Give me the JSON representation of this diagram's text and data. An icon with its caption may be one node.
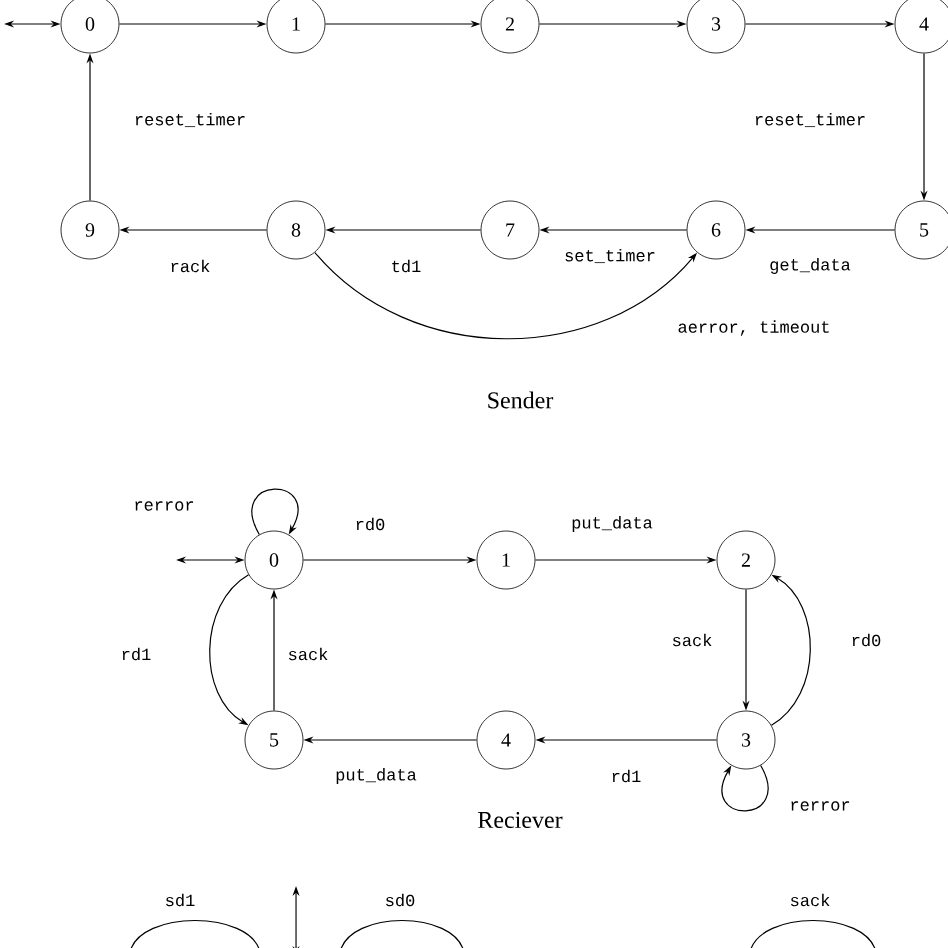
{
  "diagram": {
    "nodes": [
      {
        "text": [
          "0"
        ]
      },
      {
        "text": [
          "1"
        ]
      },
      {
        "text": [
          "2"
        ]
      },
      {
        "text": [
          "3"
        ]
      },
      {
        "text": [
          "4"
        ]
      },
      {
        "text": [
          "9"
        ]
      },
      {
        "text": [
          "8"
        ]
      },
      {
        "text": [
          "7"
        ]
      },
      {
        "text": [
          "6"
        ]
      },
      {
        "text": [
          "5"
        ]
      },
      {
        "text": [
          "0"
        ]
      },
      {
        "text": [
          "1"
        ]
      },
      {
        "text": [
          "2"
        ]
      },
      {
        "text": [
          "5"
        ]
      },
      {
        "text": [
          "4"
        ]
      },
      {
        "text": [
          "3"
        ]
      }
    ],
    "edges": [
      {
        "from": null,
        "to": 0,
        "arrow": "both"
      },
      {
        "from": 0,
        "to": 1,
        "arrow": "to"
      },
      {
        "from": 1,
        "to": 2,
        "arrow": "to"
      },
      {
        "from": 2,
        "to": 3,
        "arrow": "to"
      },
      {
        "from": 3,
        "to": 4,
        "arrow": "to"
      },
      {
        "from": 4,
        "to": 9,
        "arrow": "to",
        "label": "reset_timer"
      },
      {
        "from": 9,
        "to": 8,
        "arrow": "to",
        "label": "get_data"
      },
      {
        "from": 8,
        "to": 7,
        "arrow": "to",
        "label": "set_timer"
      },
      {
        "from": 7,
        "to": 6,
        "arrow": "to",
        "label": "td1"
      },
      {
        "from": 6,
        "to": 5,
        "arrow": "to",
        "label": "rack"
      },
      {
        "from": 5,
        "to": 0,
        "arrow": "to",
        "label": "reset_timer"
      },
      {
        "from": 6,
        "to": 8,
        "arrow": "to",
        "label": "aerror, timeout"
      },
      {
        "from": null,
        "to": 10,
        "arrow": "both"
      },
      {
        "from": 10,
        "to": 10,
        "arrow": "to",
        "label": "rerror"
      },
      {
        "from": 10,
        "to": 11,
        "arrow": "to",
        "label": "rd0"
      },
      {
        "from": 11,
        "to": 12,
        "arrow": "to",
        "label": "put_data"
      },
      {
        "from": 12,
        "to": 15,
        "arrow": "to",
        "label": "sack"
      },
      {
        "from": 15,
        "to": 12,
        "arrow": "to",
        "label": "rd0"
      },
      {
        "from": 15,
        "to": 15,
        "arrow": "to",
        "label": "rerror"
      },
      {
        "from": 15,
        "to": 14,
        "arrow": "to",
        "label": "rd1"
      },
      {
        "from": 14,
        "to": 13,
        "arrow": "to",
        "label": "put_data"
      },
      {
        "from": 13,
        "to": 10,
        "arrow": "to",
        "label": "sack"
      },
      {
        "from": 10,
        "to": 13,
        "arrow": "to",
        "label": "rd1"
      }
    ],
    "labels": [
      "Sender",
      "Reciever",
      "sd1",
      "sd0",
      "sack"
    ]
  }
}
